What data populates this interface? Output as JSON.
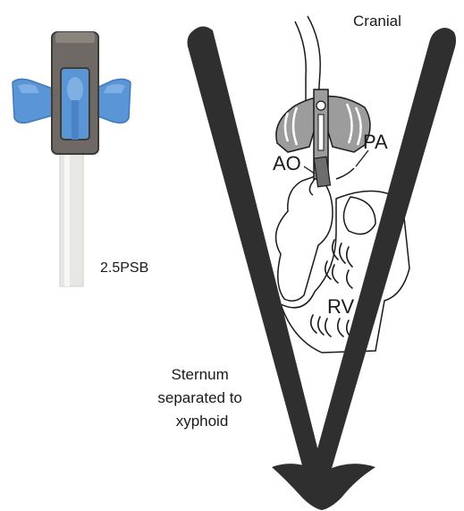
{
  "figure": {
    "probe": {
      "model_label": "2.5PSB",
      "colors": {
        "clip": "#6e6964",
        "clip_edge": "#3f3b37",
        "wings": "#5a95d6",
        "cable": "#e7e7e4"
      }
    },
    "diagram": {
      "orientation_label": "Cranial",
      "aorta_label": "AO",
      "pulmonary_artery_label": "PA",
      "right_ventricle_label": "RV",
      "sternum_caption": [
        "Sternum",
        "separated to",
        "xyphoid"
      ],
      "colors": {
        "sternum": "#2f2f2f",
        "outline": "#1a1a1a",
        "probe_fill": "#9c9c9c"
      }
    }
  }
}
